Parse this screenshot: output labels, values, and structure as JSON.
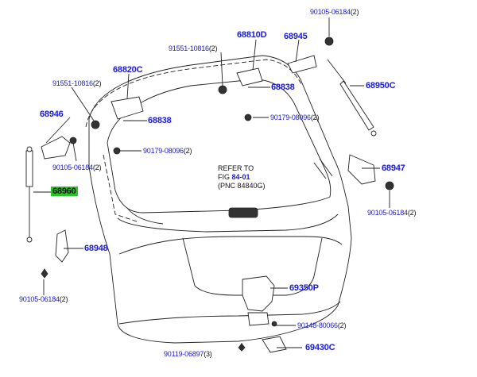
{
  "parts": {
    "p68810D": "68810D",
    "p68945": "68945",
    "p90105_top": "90105-06184",
    "p90105_top_qty": "(2)",
    "p91551_top": "91551-10816",
    "p91551_top_qty": "(2)",
    "p68820C": "68820C",
    "p68838_right": "68838",
    "p68950C": "68950C",
    "p91551_left": "91551-10816",
    "p91551_left_qty": "(2)",
    "p68838_left": "68838",
    "p90179_right": "90179-08096",
    "p90179_right_qty": "(2)",
    "p68946": "68946",
    "p90179_left": "90179-08096",
    "p90179_left_qty": "(2)",
    "p90105_left": "90105-06184",
    "p90105_left_qty": "(2)",
    "p68947": "68947",
    "p68960": "68960",
    "p90105_right": "90105-06184",
    "p90105_right_qty": "(2)",
    "p68948": "68948",
    "p69350P": "69350P",
    "p90105_bottom": "90105-06184",
    "p90105_bottom_qty": "(2)",
    "p90148": "90148-80066",
    "p90148_qty": "(2)",
    "p90119": "90119-06897",
    "p90119_qty": "(3)",
    "p69430C": "69430C"
  },
  "reference": {
    "line1": "REFER TO",
    "line2_prefix": "FIG ",
    "line2_link": "84-01",
    "line3": "(PNC 84840G)"
  },
  "colors": {
    "part_number": "#1a1ad6",
    "highlight": "#28c428",
    "line": "#222222"
  }
}
